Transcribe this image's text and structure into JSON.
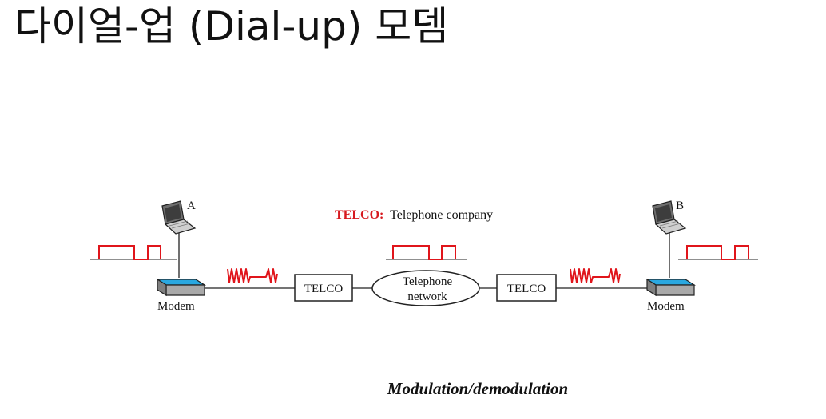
{
  "slide": {
    "title": "다이얼-업 (Dial-up) 모뎀"
  },
  "diagram": {
    "legend": {
      "abbr": "TELCO:",
      "text": "Telephone company"
    },
    "station_a": {
      "label": "A",
      "device": "Modem"
    },
    "station_b": {
      "label": "B",
      "device": "Modem"
    },
    "telco_left": "TELCO",
    "telco_right": "TELCO",
    "network": {
      "line1": "Telephone",
      "line2": "network"
    },
    "caption": "Modulation/demodulation"
  },
  "colors": {
    "signal": "#e0151b",
    "modem_top": "#2aa8e0",
    "modem_body": "#a9a9a9",
    "legend_abbr": "#d7191f"
  }
}
